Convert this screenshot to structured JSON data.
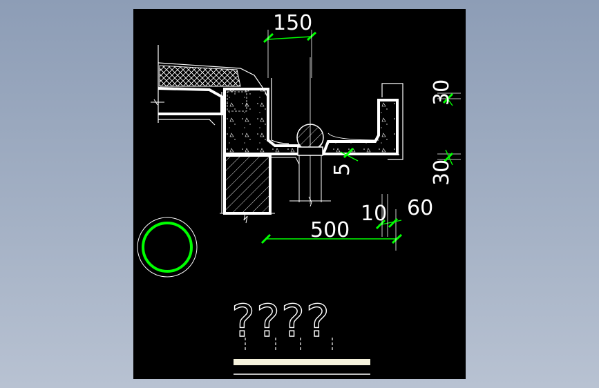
{
  "drawing": {
    "dimensions": {
      "top_width": "150",
      "right_upper": "30",
      "right_lower": "30",
      "drop": "5",
      "gap_small": "10",
      "lip": "60",
      "gutter_width": "500"
    },
    "title_placeholder": "????",
    "colors": {
      "background": "#000000",
      "line": "#ffffff",
      "dimension": "#00ff00",
      "circle": "#00ff00",
      "title_bar": "#f5f2dc",
      "desktop": "#97a6bd"
    }
  }
}
